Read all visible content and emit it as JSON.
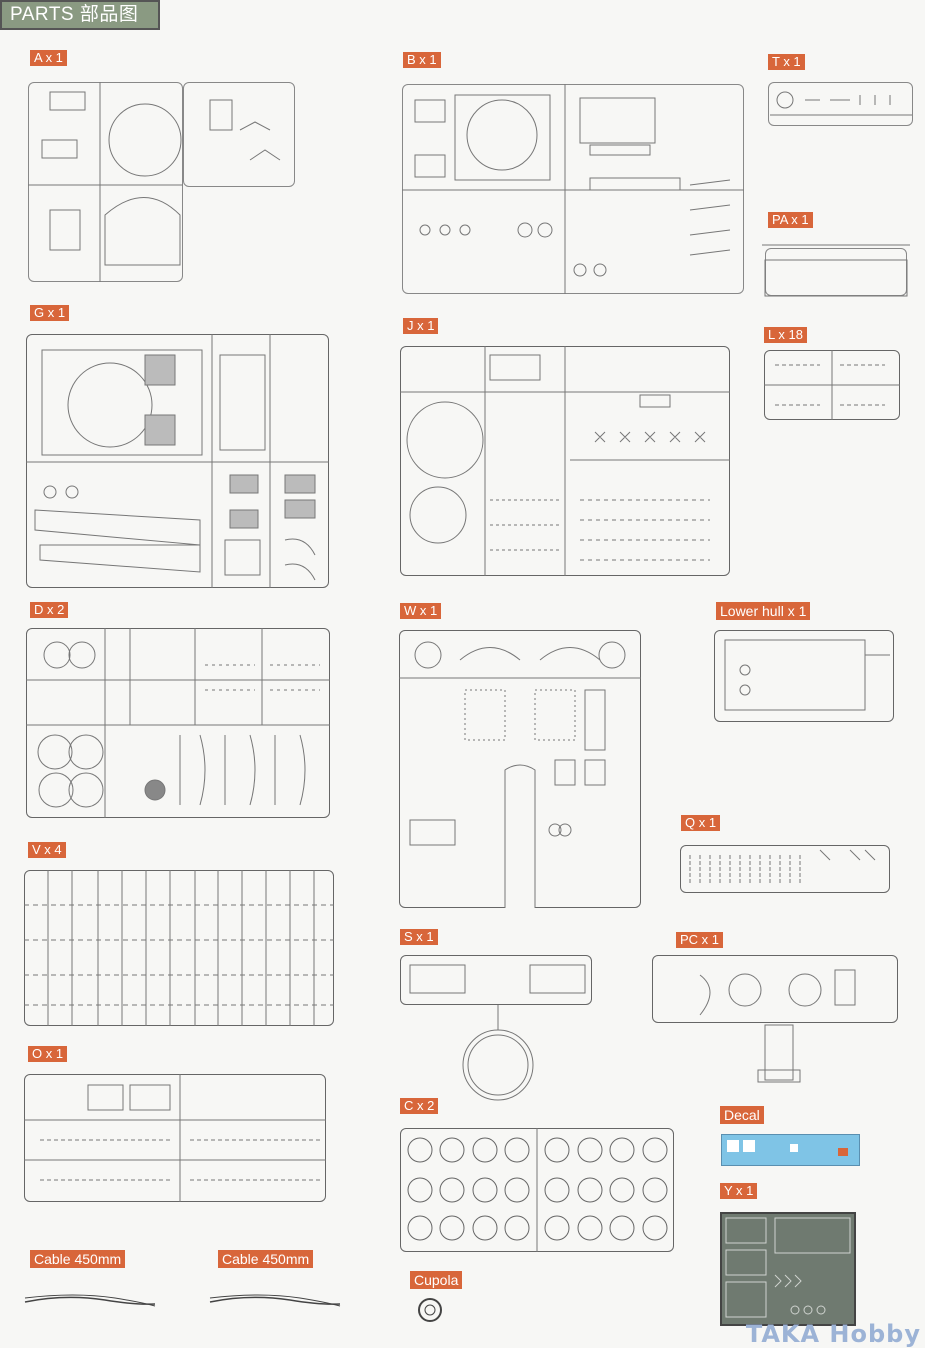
{
  "header": {
    "title": "PARTS 部品图"
  },
  "parts": {
    "A": "A x 1",
    "B": "B x 1",
    "T": "T x 1",
    "PA": "PA x 1",
    "G": "G x 1",
    "J": "J x 1",
    "L": "L x 18",
    "D": "D x 2",
    "W": "W x 1",
    "LowerHull": "Lower hull x 1",
    "Q": "Q x 1",
    "V": "V x 4",
    "S": "S x 1",
    "PC": "PC x 1",
    "O": "O x 1",
    "C": "C x 2",
    "Decal": "Decal",
    "Y": "Y x 1",
    "Cable1": "Cable 450mm",
    "Cable2": "Cable 450mm",
    "Cupola": "Cupola"
  },
  "colors": {
    "label_bg": "#d8663a",
    "decal_bg": "#7fc4e6",
    "etch_bg": "#6f7a70"
  },
  "watermark": "TAKA Hobby"
}
